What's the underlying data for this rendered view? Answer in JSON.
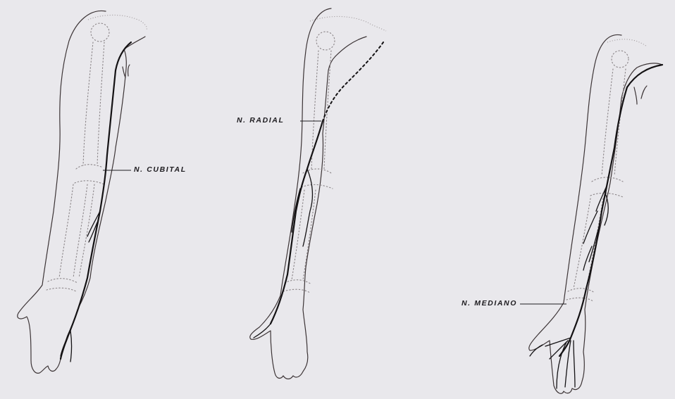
{
  "labels": {
    "cubital": "N. CUBITAL",
    "radial": "N. RADIAL",
    "mediano": "N. MEDIANO"
  },
  "colors": {
    "background": "#e9e8ec",
    "outline": "#3c3436",
    "nerve": "#141214",
    "bone": "#8b8588"
  }
}
